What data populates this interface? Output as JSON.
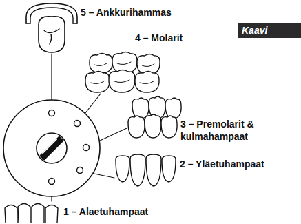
{
  "diagram": {
    "title": "Kaavi",
    "labels": [
      "5 – Ankkurihammas",
      "4 – Molarit",
      "3 – Premolarit & kulmahampaat",
      "2 – Yläetuhampaat",
      "1 – Alaetuhampaat"
    ]
  }
}
